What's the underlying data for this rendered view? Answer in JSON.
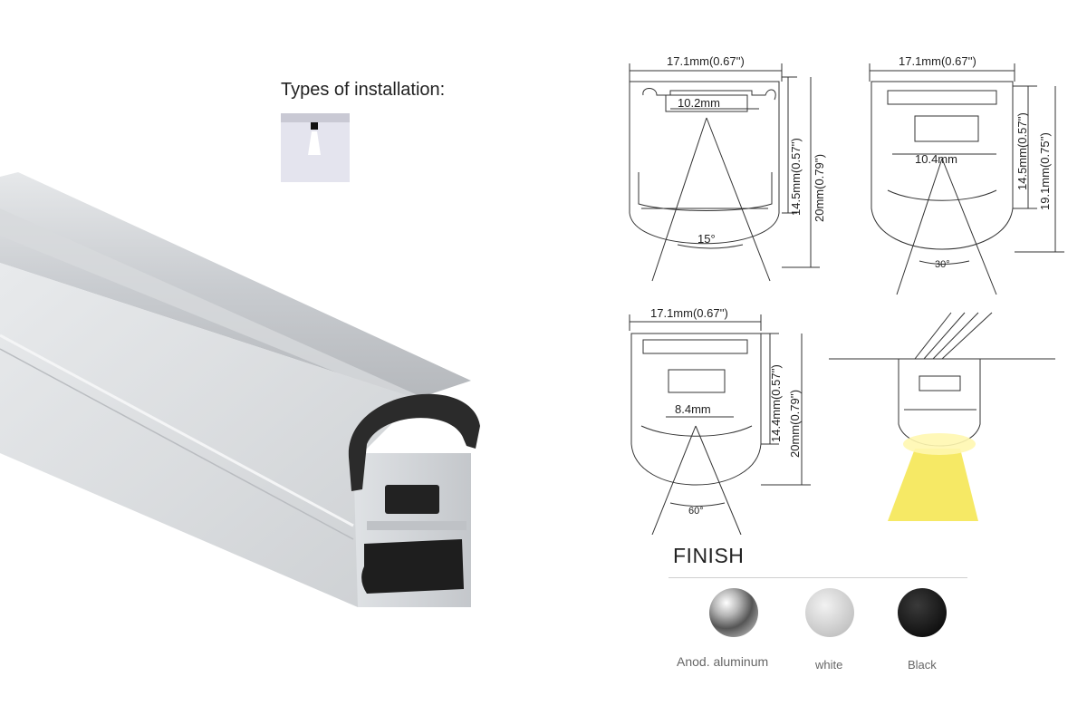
{
  "installation": {
    "title": "Types of installation:"
  },
  "drawings": {
    "profile_a": {
      "width": "17.1mm(0.67'')",
      "inner": "10.2mm",
      "height_inner": "14.5mm(0.57'')",
      "height_total": "20mm(0.79'')",
      "angle": "15°"
    },
    "profile_b": {
      "width": "17.1mm(0.67'')",
      "inner": "10.4mm",
      "height_inner": "14.5mm(0.57'')",
      "height_total": "19.1mm(0.75'')",
      "angle": "30°"
    },
    "profile_c": {
      "width": "17.1mm(0.67'')",
      "inner": "8.4mm",
      "height_inner": "14.4mm(0.57'')",
      "height_total": "20mm(0.79'')",
      "angle": "60°"
    }
  },
  "finish": {
    "title": "FINISH",
    "options": [
      {
        "label": "Anod. aluminum",
        "color": "#9a9a9a"
      },
      {
        "label": "white",
        "color": "#d8d8d8"
      },
      {
        "label": "Black",
        "color": "#111111"
      }
    ]
  }
}
